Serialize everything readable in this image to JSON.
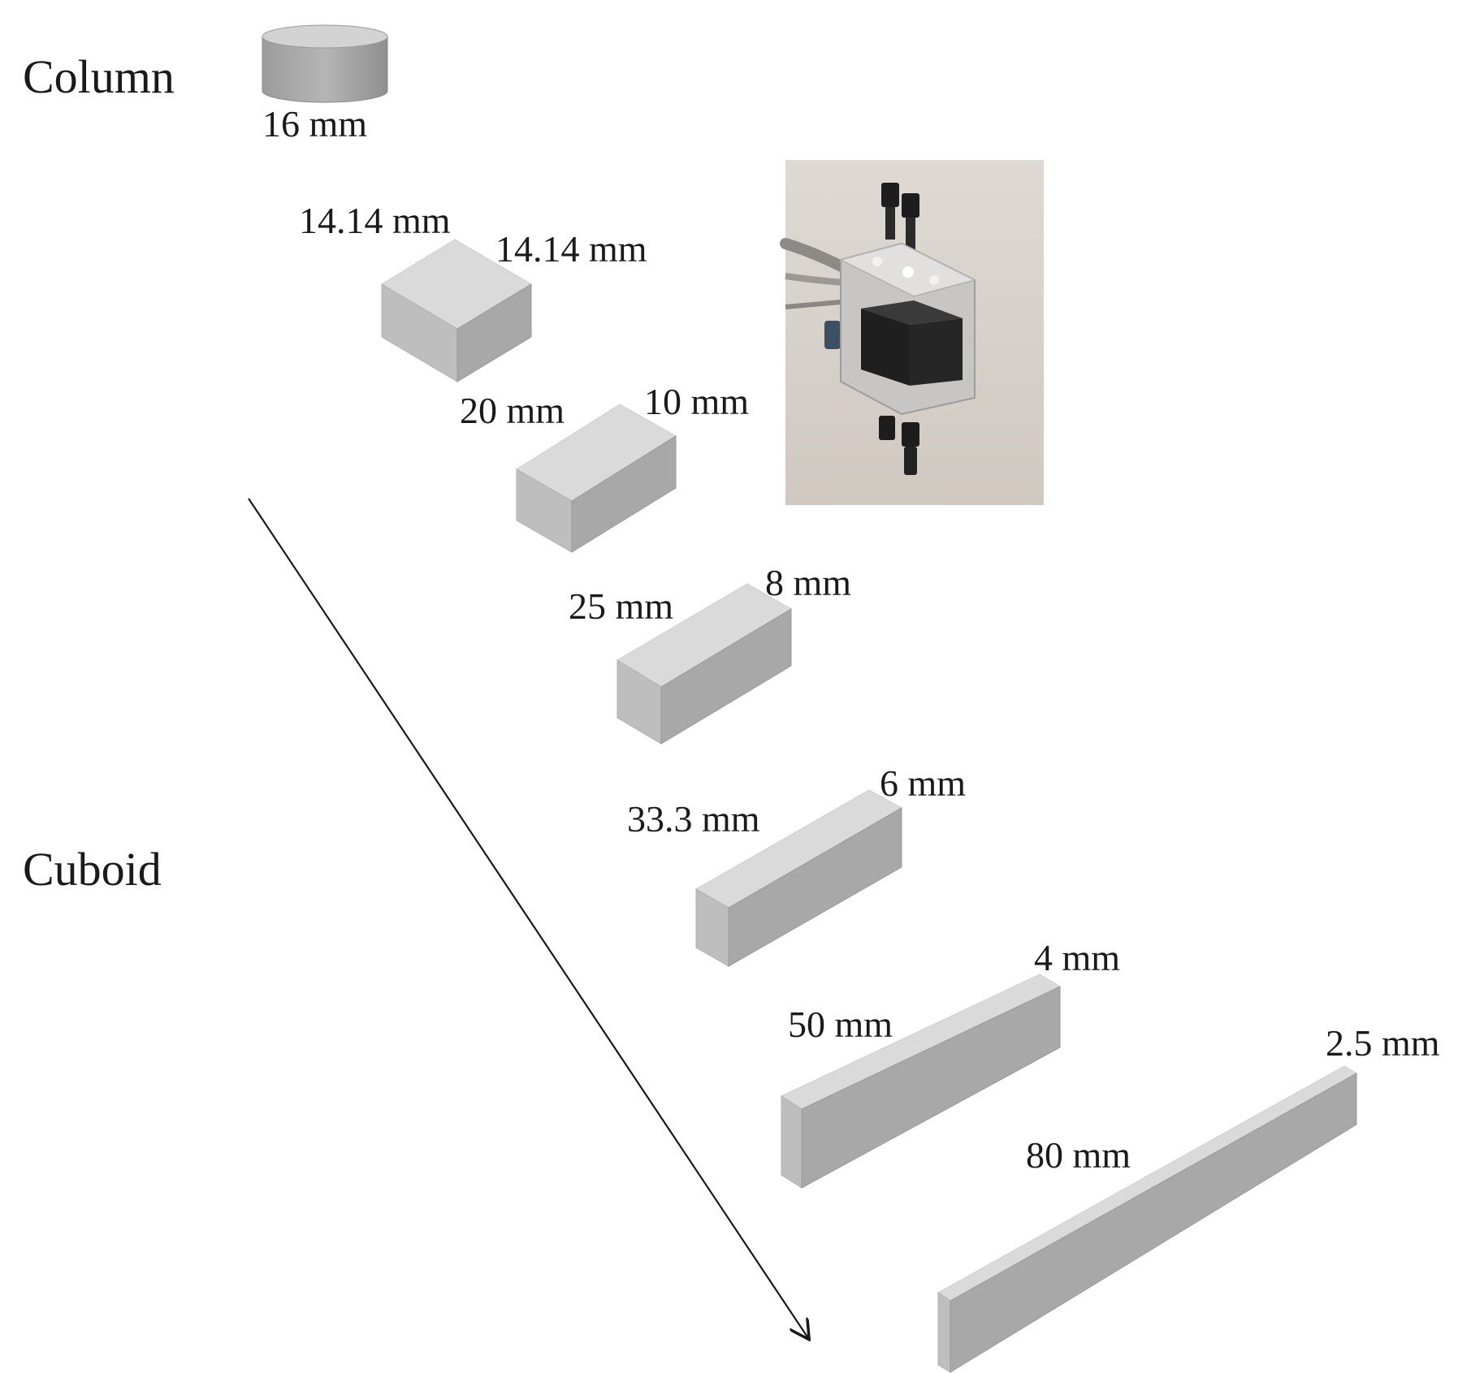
{
  "labels": {
    "column": "Column",
    "cuboid": "Cuboid"
  },
  "column_sample": {
    "diameter": "16 mm"
  },
  "cuboid_samples": [
    {
      "length": "14.14 mm",
      "width": "14.14 mm"
    },
    {
      "length": "20 mm",
      "width": "10 mm"
    },
    {
      "length": "25 mm",
      "width": "8 mm"
    },
    {
      "length": "33.3 mm",
      "width": "6 mm"
    },
    {
      "length": "50 mm",
      "width": "4 mm"
    },
    {
      "length": "80 mm",
      "width": "2.5 mm"
    }
  ],
  "colors": {
    "block_top": "#dcdcdc",
    "block_front": "#bdbdbd",
    "block_side": "#a6a6a6",
    "arrow": "#1a1a1a"
  },
  "photo": {
    "depicts": "sample holder photo",
    "icon": "photo-image"
  }
}
